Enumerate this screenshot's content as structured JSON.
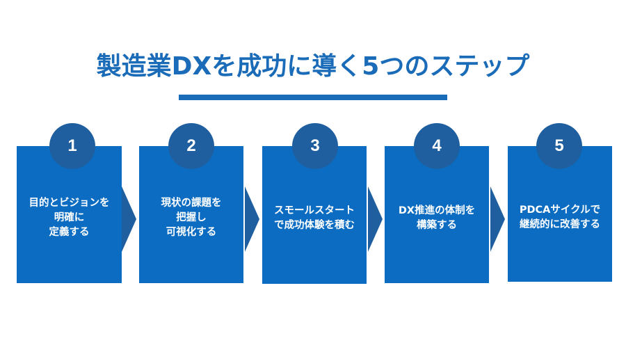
{
  "title": "製造業DXを成功に導く5つのステップ",
  "colors": {
    "title": "#1a6bb8",
    "underline": "#1a6bb8",
    "box": "#0b6cc2",
    "circle": "#1f5f9f",
    "arrow": "#1f5f9f",
    "text": "#ffffff"
  },
  "steps": [
    {
      "number": "1",
      "text": "目的とビジョンを\n明確に\n定義する"
    },
    {
      "number": "2",
      "text": "現状の課題を\n把握し\n可視化する"
    },
    {
      "number": "3",
      "text": "スモールスタート\nで成功体験を積む"
    },
    {
      "number": "4",
      "text": "DX推進の体制を\n構築する"
    },
    {
      "number": "5",
      "text": "PDCAサイクルで\n継続的に改善する"
    }
  ]
}
